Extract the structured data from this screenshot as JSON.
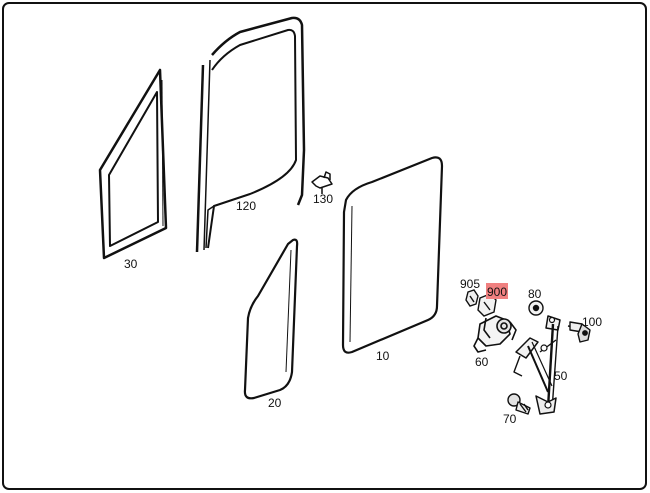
{
  "parts": {
    "p30": "30",
    "p120": "120",
    "p130": "130",
    "p20": "20",
    "p10": "10",
    "p905": "905",
    "p900": "900",
    "p80": "80",
    "p100": "100",
    "p60": "60",
    "p50": "50",
    "p70": "70"
  },
  "colors": {
    "line": "#111111",
    "highlight": "#f08080",
    "background": "#ffffff"
  }
}
